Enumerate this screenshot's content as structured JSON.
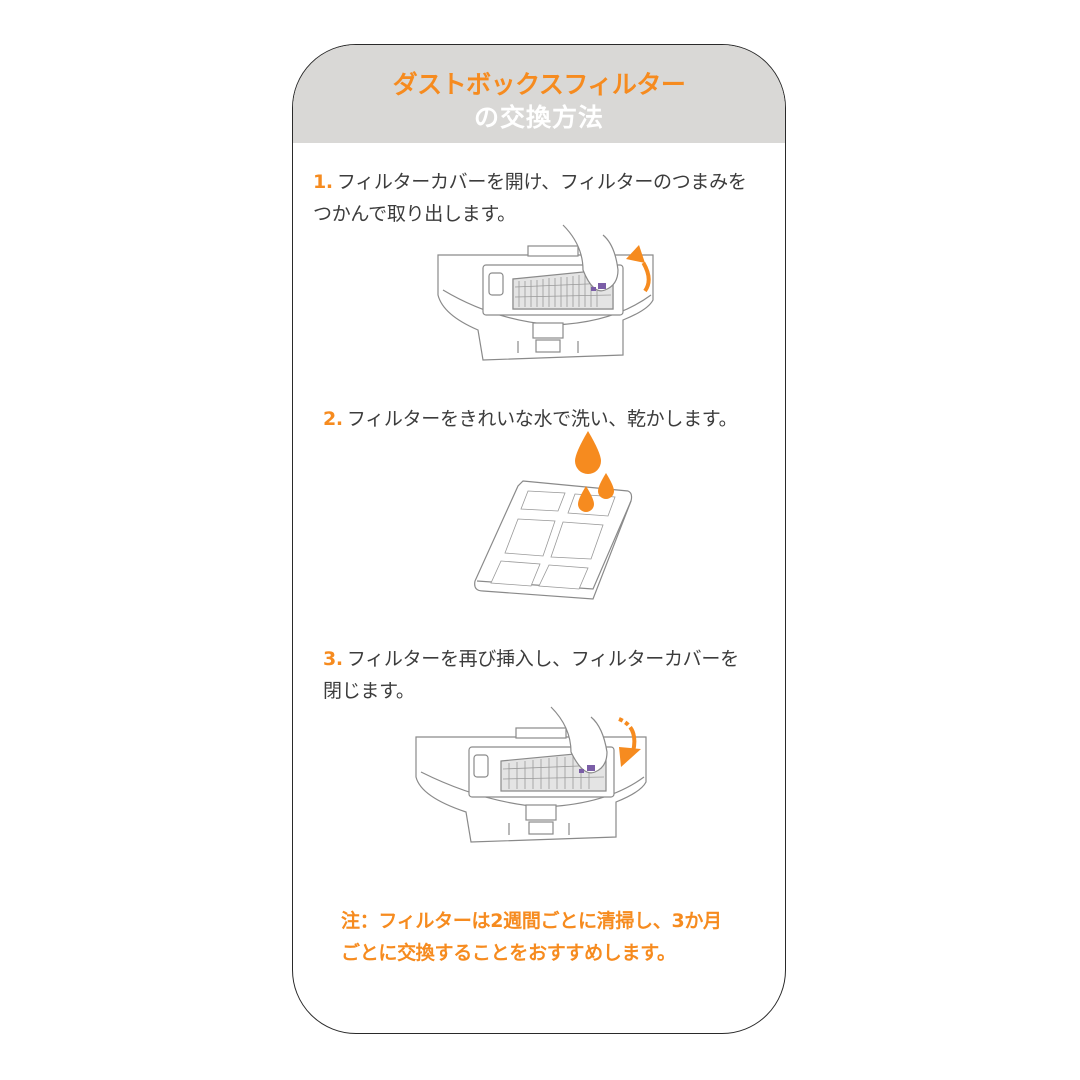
{
  "header": {
    "title_line1": "ダストボックスフィルター",
    "title_line2": "の交換方法"
  },
  "steps": [
    {
      "number": "1.",
      "text_line1": "フィルターカバーを開け、フィルターのつまみを",
      "text_line2": "つかんで取り出します。",
      "illustration": "dustbox-open-filter-remove"
    },
    {
      "number": "2.",
      "text_line1": "フィルターをきれいな水で洗い、乾かします。",
      "illustration": "filter-water-drops"
    },
    {
      "number": "3.",
      "text_line1": "フィルターを再び挿入し、フィルターカバーを",
      "text_line2": "閉じます。",
      "illustration": "dustbox-insert-filter"
    }
  ],
  "note": {
    "line1": "注：フィルターは2週間ごとに清掃し、3か月",
    "line2": "ごとに交換することをおすすめします。"
  },
  "colors": {
    "accent": "#f68b1f",
    "header_bg": "#d9d8d6",
    "text": "#3c3c3c",
    "filter_purple": "#7b5ea7"
  }
}
